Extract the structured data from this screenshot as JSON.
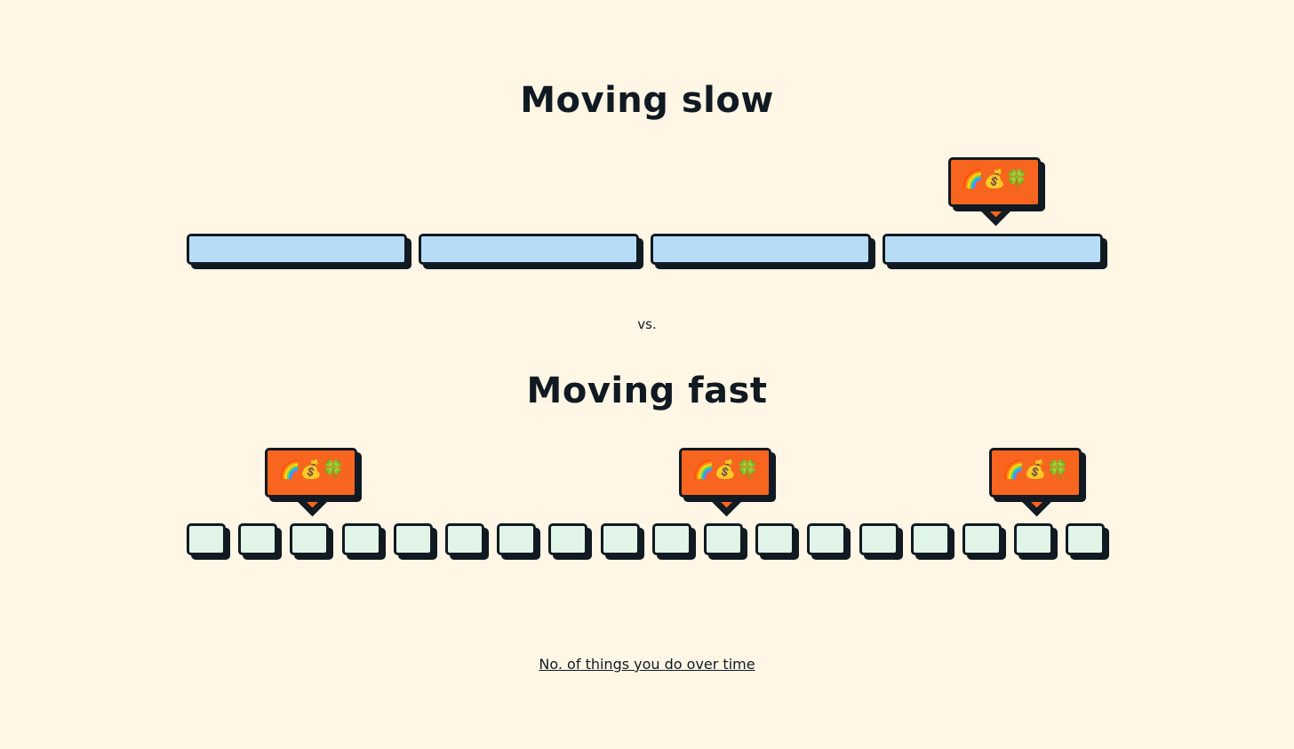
{
  "slow": {
    "title": "Moving slow",
    "block_count": 4,
    "reward_after_block": 4
  },
  "separator": "vs.",
  "fast": {
    "title": "Moving fast",
    "block_count": 18,
    "reward_after_blocks": [
      3,
      11,
      17
    ]
  },
  "reward": {
    "emojis": "🌈💰🍀",
    "icon_names": [
      "rainbow-icon",
      "money-bag-icon",
      "four-leaf-clover-icon"
    ]
  },
  "caption": "No. of things you do over time",
  "colors": {
    "background": "#fff6e5",
    "ink": "#111a22",
    "slow_block": "#b7dcf8",
    "fast_block": "#e0f4e7",
    "reward_bubble": "#f7651f"
  }
}
